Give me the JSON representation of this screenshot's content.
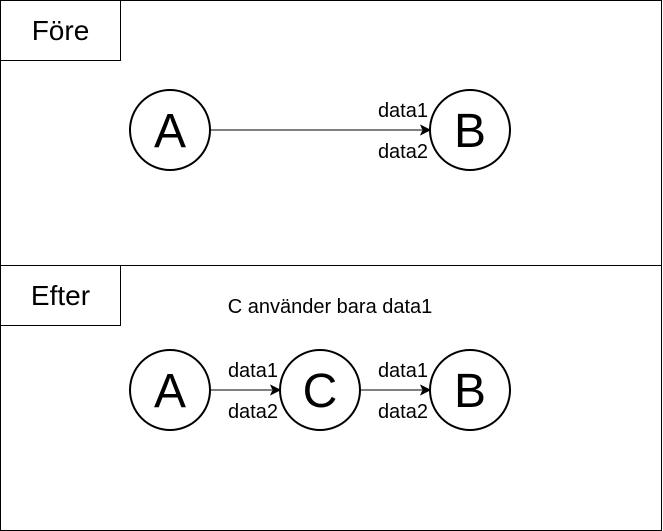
{
  "panels": {
    "before": {
      "title": "Före",
      "nodes": {
        "a": "A",
        "b": "B"
      },
      "edge_labels": {
        "top": "data1",
        "bottom": "data2"
      }
    },
    "after": {
      "title": "Efter",
      "note": "C använder bara data1",
      "nodes": {
        "a": "A",
        "c": "C",
        "b": "B"
      },
      "edge_ac_labels": {
        "top": "data1",
        "bottom": "data2"
      },
      "edge_cb_labels": {
        "top": "data1",
        "bottom": "data2"
      }
    }
  }
}
